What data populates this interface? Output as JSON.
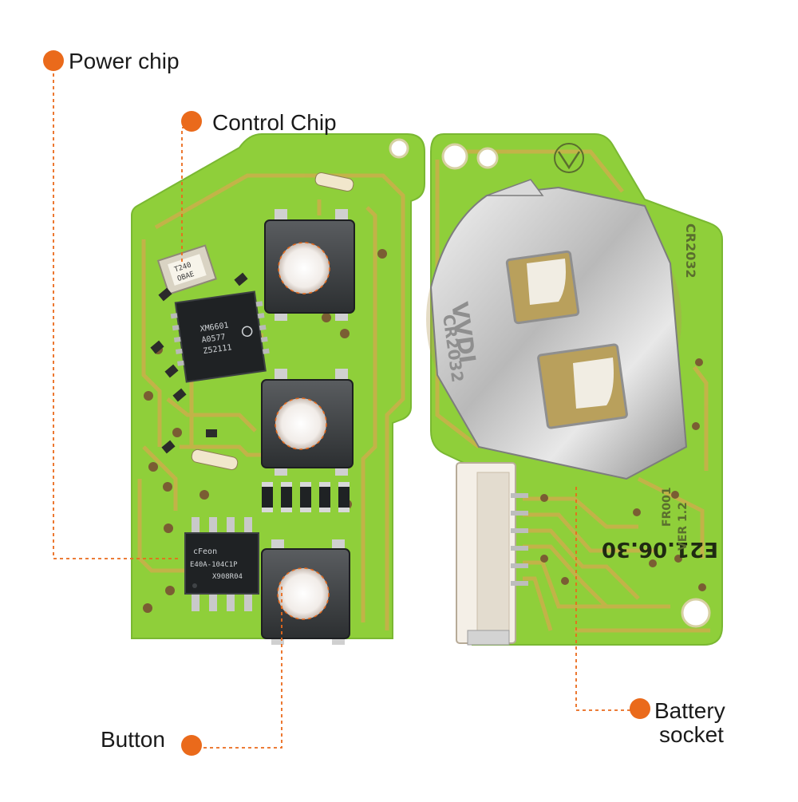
{
  "colors": {
    "accent": "#ea6a1b",
    "pcb_green": "#8fcf3a",
    "trace_copper": "#c8b04a",
    "chip_black": "#1f2224",
    "metal": "#c9c9c9"
  },
  "callouts": {
    "power_chip": "Power chip",
    "control_chip": "Control Chip",
    "button": "Button",
    "battery_socket_line1": "Battery",
    "battery_socket_line2": "socket"
  },
  "markings": {
    "crystal": "T240\nOBAE",
    "control_chip_line1": "XM6601",
    "control_chip_line2": "A0577",
    "control_chip_line3": "Z52111",
    "power_chip_line1": "cFeon",
    "power_chip_line2": "E40A-104C1P",
    "power_chip_line3": "X908R04",
    "battery_type": "CR2032",
    "holder_stamp_line1": "VVDI",
    "holder_stamp_line2": "CR2032",
    "date_code": "E21.06.30",
    "board_model": "FR001",
    "board_version": "VER 1.2"
  }
}
